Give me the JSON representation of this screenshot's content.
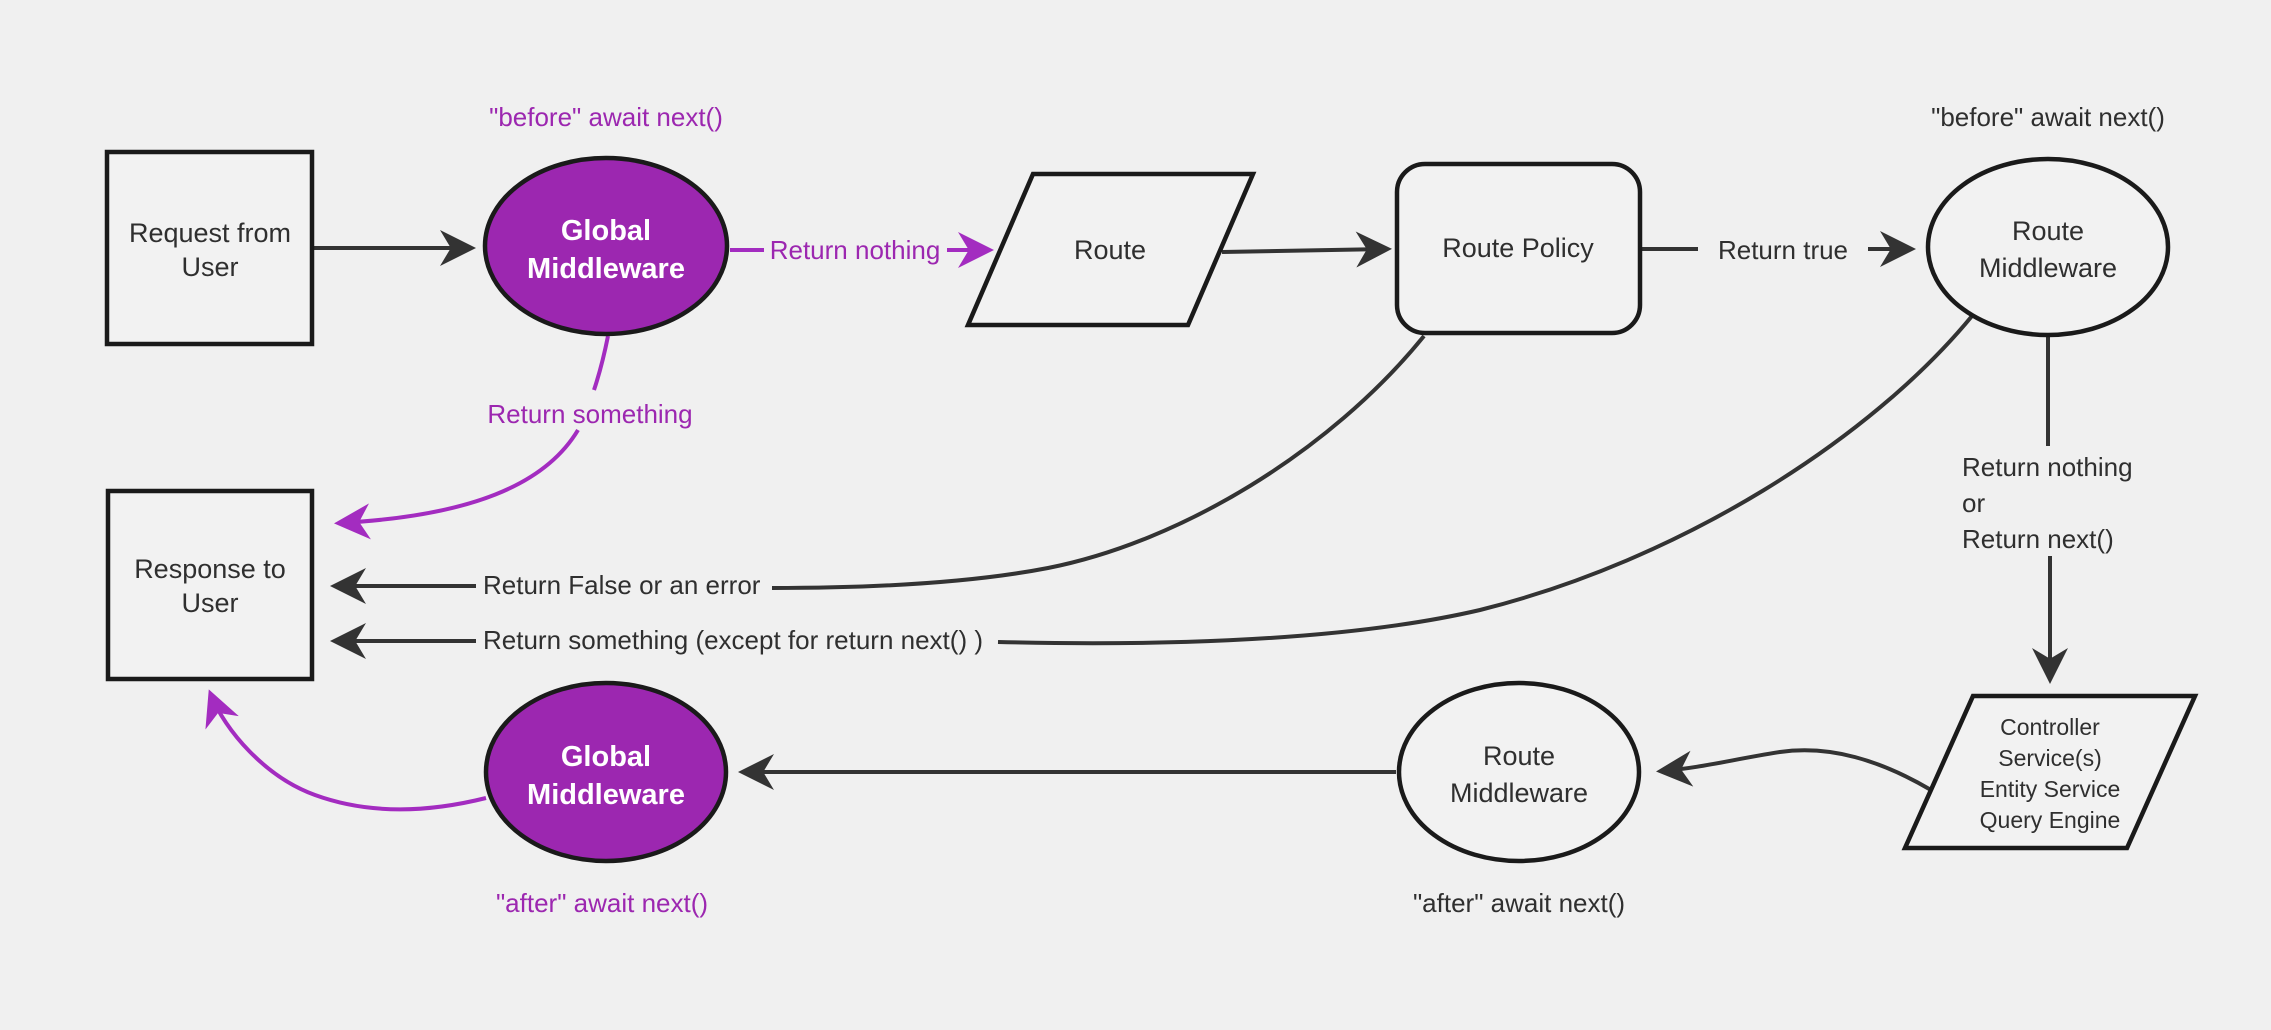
{
  "diagram": {
    "colors": {
      "background": "#f0f0f0",
      "node_fill": "#f2f2f2",
      "node_stroke": "#1a1a1a",
      "purple_fill": "#9c27b0",
      "purple_line": "#a32cc0",
      "purple_text": "#9c27b0",
      "line": "#333333",
      "text": "#2f2f2f",
      "node_text_light": "#ffffff"
    },
    "nodes": {
      "request": {
        "lines": [
          "Request from",
          "User"
        ]
      },
      "global_middleware_top": {
        "lines": [
          "Global",
          "Middleware"
        ]
      },
      "route": {
        "lines": [
          "Route"
        ]
      },
      "route_policy": {
        "lines": [
          "Route Policy"
        ]
      },
      "route_middleware_top": {
        "lines": [
          "Route",
          "Middleware"
        ]
      },
      "controller": {
        "lines": [
          "Controller",
          "Service(s)",
          "Entity Service",
          "Query Engine"
        ]
      },
      "route_middleware_bottom": {
        "lines": [
          "Route",
          "Middleware"
        ]
      },
      "global_middleware_bottom": {
        "lines": [
          "Global",
          "Middleware"
        ]
      },
      "response": {
        "lines": [
          "Response to",
          "User"
        ]
      }
    },
    "edge_labels": {
      "before_await_next_global": "\"before\" await next()",
      "return_nothing": "Return nothing",
      "return_something": "Return something",
      "return_true": "Return true",
      "before_await_next_route": "\"before\" await next()",
      "return_nothing_or": {
        "lines": [
          "Return nothing",
          "or",
          "Return next()"
        ]
      },
      "return_false_or_error": "Return False or an error",
      "return_something_except": "Return something (except for return next() )",
      "after_await_next_route": "\"after\" await next()",
      "after_await_next_global": "\"after\" await next()"
    }
  }
}
